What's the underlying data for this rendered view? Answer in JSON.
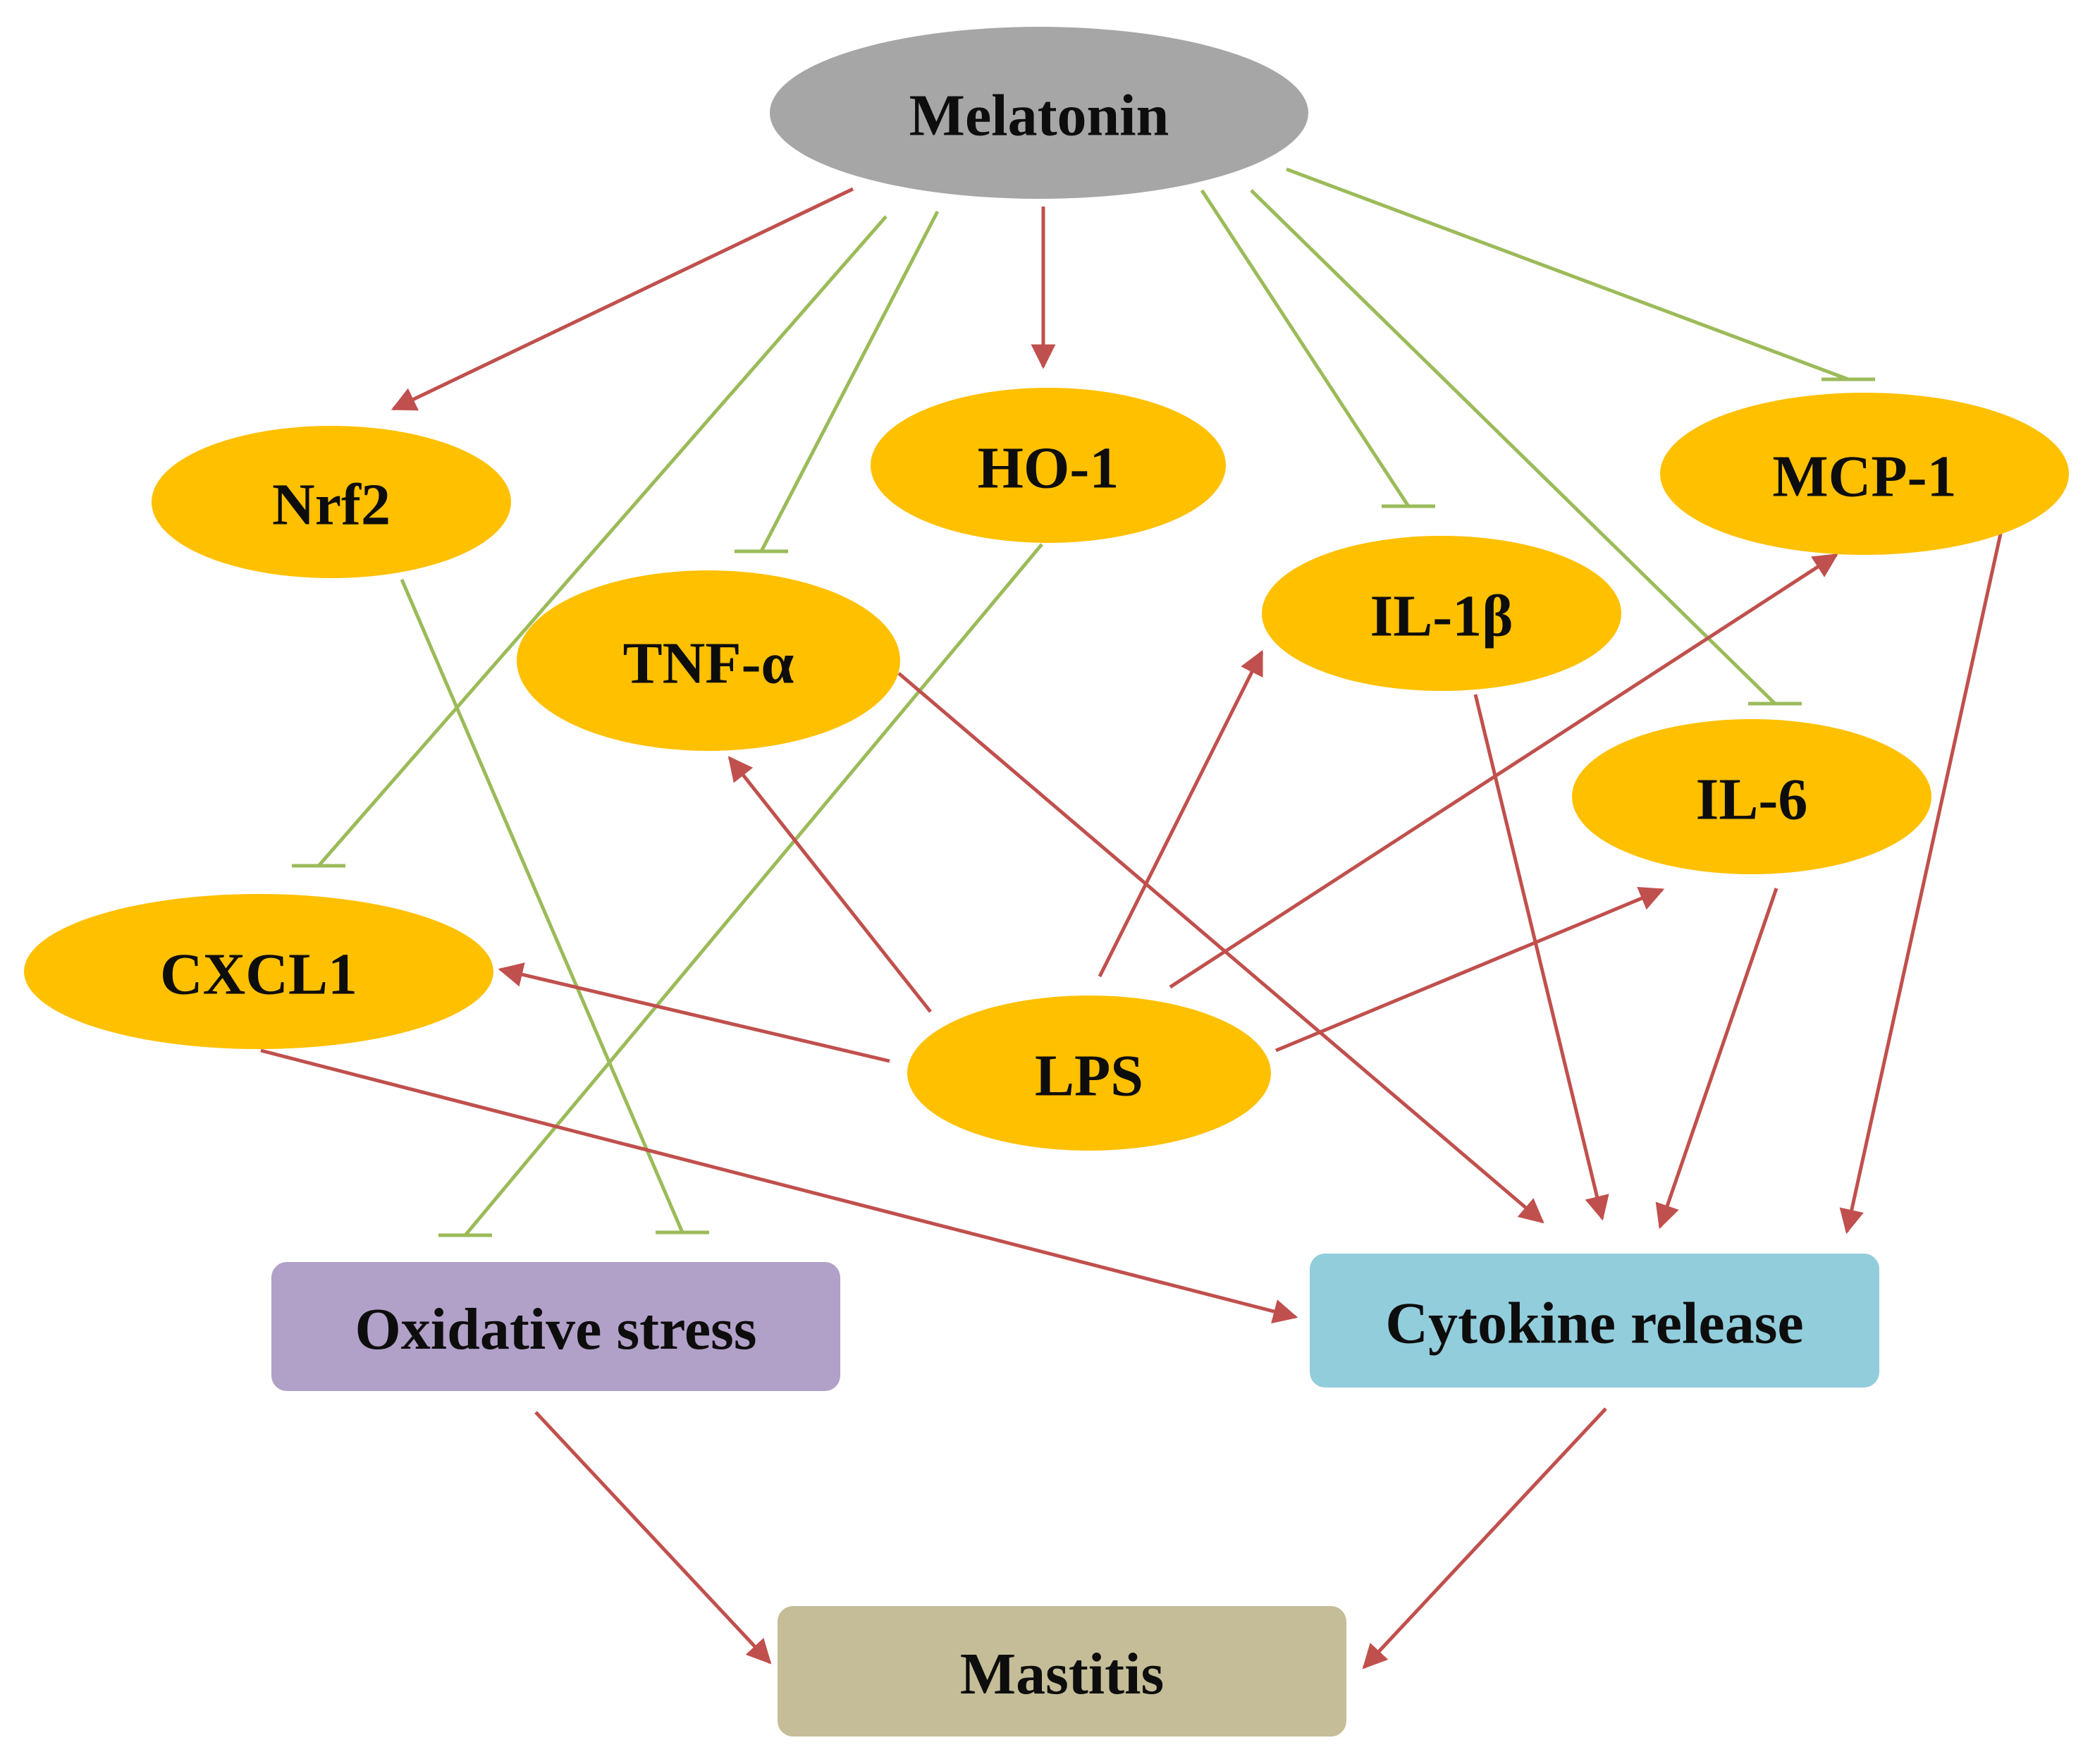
{
  "colors": {
    "oval_gray": "#a6a6a6",
    "oval_yellow": "#ffc000",
    "oxidative_box": "#b1a0c7",
    "cytokine_box": "#92cddc",
    "mastitis_box": "#c4bd97",
    "activation_arrow": "#c0504d",
    "inhibition_line": "#9bbb59"
  },
  "nodes": [
    {
      "id": "melatonin",
      "label": "Melatonin",
      "shape": "ellipse",
      "color": "#a6a6a6"
    },
    {
      "id": "nrf2",
      "label": "Nrf2",
      "shape": "ellipse",
      "color": "#ffc000"
    },
    {
      "id": "ho1",
      "label": "HO-1",
      "shape": "ellipse",
      "color": "#ffc000"
    },
    {
      "id": "mcp1",
      "label": "MCP-1",
      "shape": "ellipse",
      "color": "#ffc000"
    },
    {
      "id": "tnfa",
      "label": "TNF-α",
      "shape": "ellipse",
      "color": "#ffc000"
    },
    {
      "id": "il1b",
      "label": "IL-1β",
      "shape": "ellipse",
      "color": "#ffc000"
    },
    {
      "id": "il6",
      "label": "IL-6",
      "shape": "ellipse",
      "color": "#ffc000"
    },
    {
      "id": "cxcl1",
      "label": "CXCL1",
      "shape": "ellipse",
      "color": "#ffc000"
    },
    {
      "id": "lps",
      "label": "LPS",
      "shape": "ellipse",
      "color": "#ffc000"
    },
    {
      "id": "oxidative",
      "label": "Oxidative stress",
      "shape": "box",
      "color": "#b1a0c7"
    },
    {
      "id": "cytokine",
      "label": "Cytokine release",
      "shape": "box",
      "color": "#92cddc"
    },
    {
      "id": "mastitis",
      "label": "Mastitis",
      "shape": "box",
      "color": "#c4bd97"
    }
  ],
  "edges": [
    {
      "from": "melatonin",
      "to": "nrf2",
      "type": "activate"
    },
    {
      "from": "melatonin",
      "to": "ho1",
      "type": "activate"
    },
    {
      "from": "melatonin",
      "to": "cxcl1",
      "type": "inhibit"
    },
    {
      "from": "melatonin",
      "to": "tnfa",
      "type": "inhibit"
    },
    {
      "from": "melatonin",
      "to": "il1b",
      "type": "inhibit"
    },
    {
      "from": "melatonin",
      "to": "il6",
      "type": "inhibit"
    },
    {
      "from": "melatonin",
      "to": "mcp1",
      "type": "inhibit"
    },
    {
      "from": "nrf2",
      "to": "oxidative",
      "type": "inhibit"
    },
    {
      "from": "ho1",
      "to": "oxidative",
      "type": "inhibit"
    },
    {
      "from": "lps",
      "to": "tnfa",
      "type": "activate"
    },
    {
      "from": "lps",
      "to": "il1b",
      "type": "activate"
    },
    {
      "from": "lps",
      "to": "mcp1",
      "type": "activate"
    },
    {
      "from": "lps",
      "to": "il6",
      "type": "activate"
    },
    {
      "from": "lps",
      "to": "cxcl1",
      "type": "activate"
    },
    {
      "from": "tnfa",
      "to": "cytokine",
      "type": "activate"
    },
    {
      "from": "il1b",
      "to": "cytokine",
      "type": "activate"
    },
    {
      "from": "il6",
      "to": "cytokine",
      "type": "activate"
    },
    {
      "from": "mcp1",
      "to": "cytokine",
      "type": "activate"
    },
    {
      "from": "cxcl1",
      "to": "cytokine",
      "type": "activate"
    },
    {
      "from": "oxidative",
      "to": "mastitis",
      "type": "activate"
    },
    {
      "from": "cytokine",
      "to": "mastitis",
      "type": "activate"
    }
  ]
}
